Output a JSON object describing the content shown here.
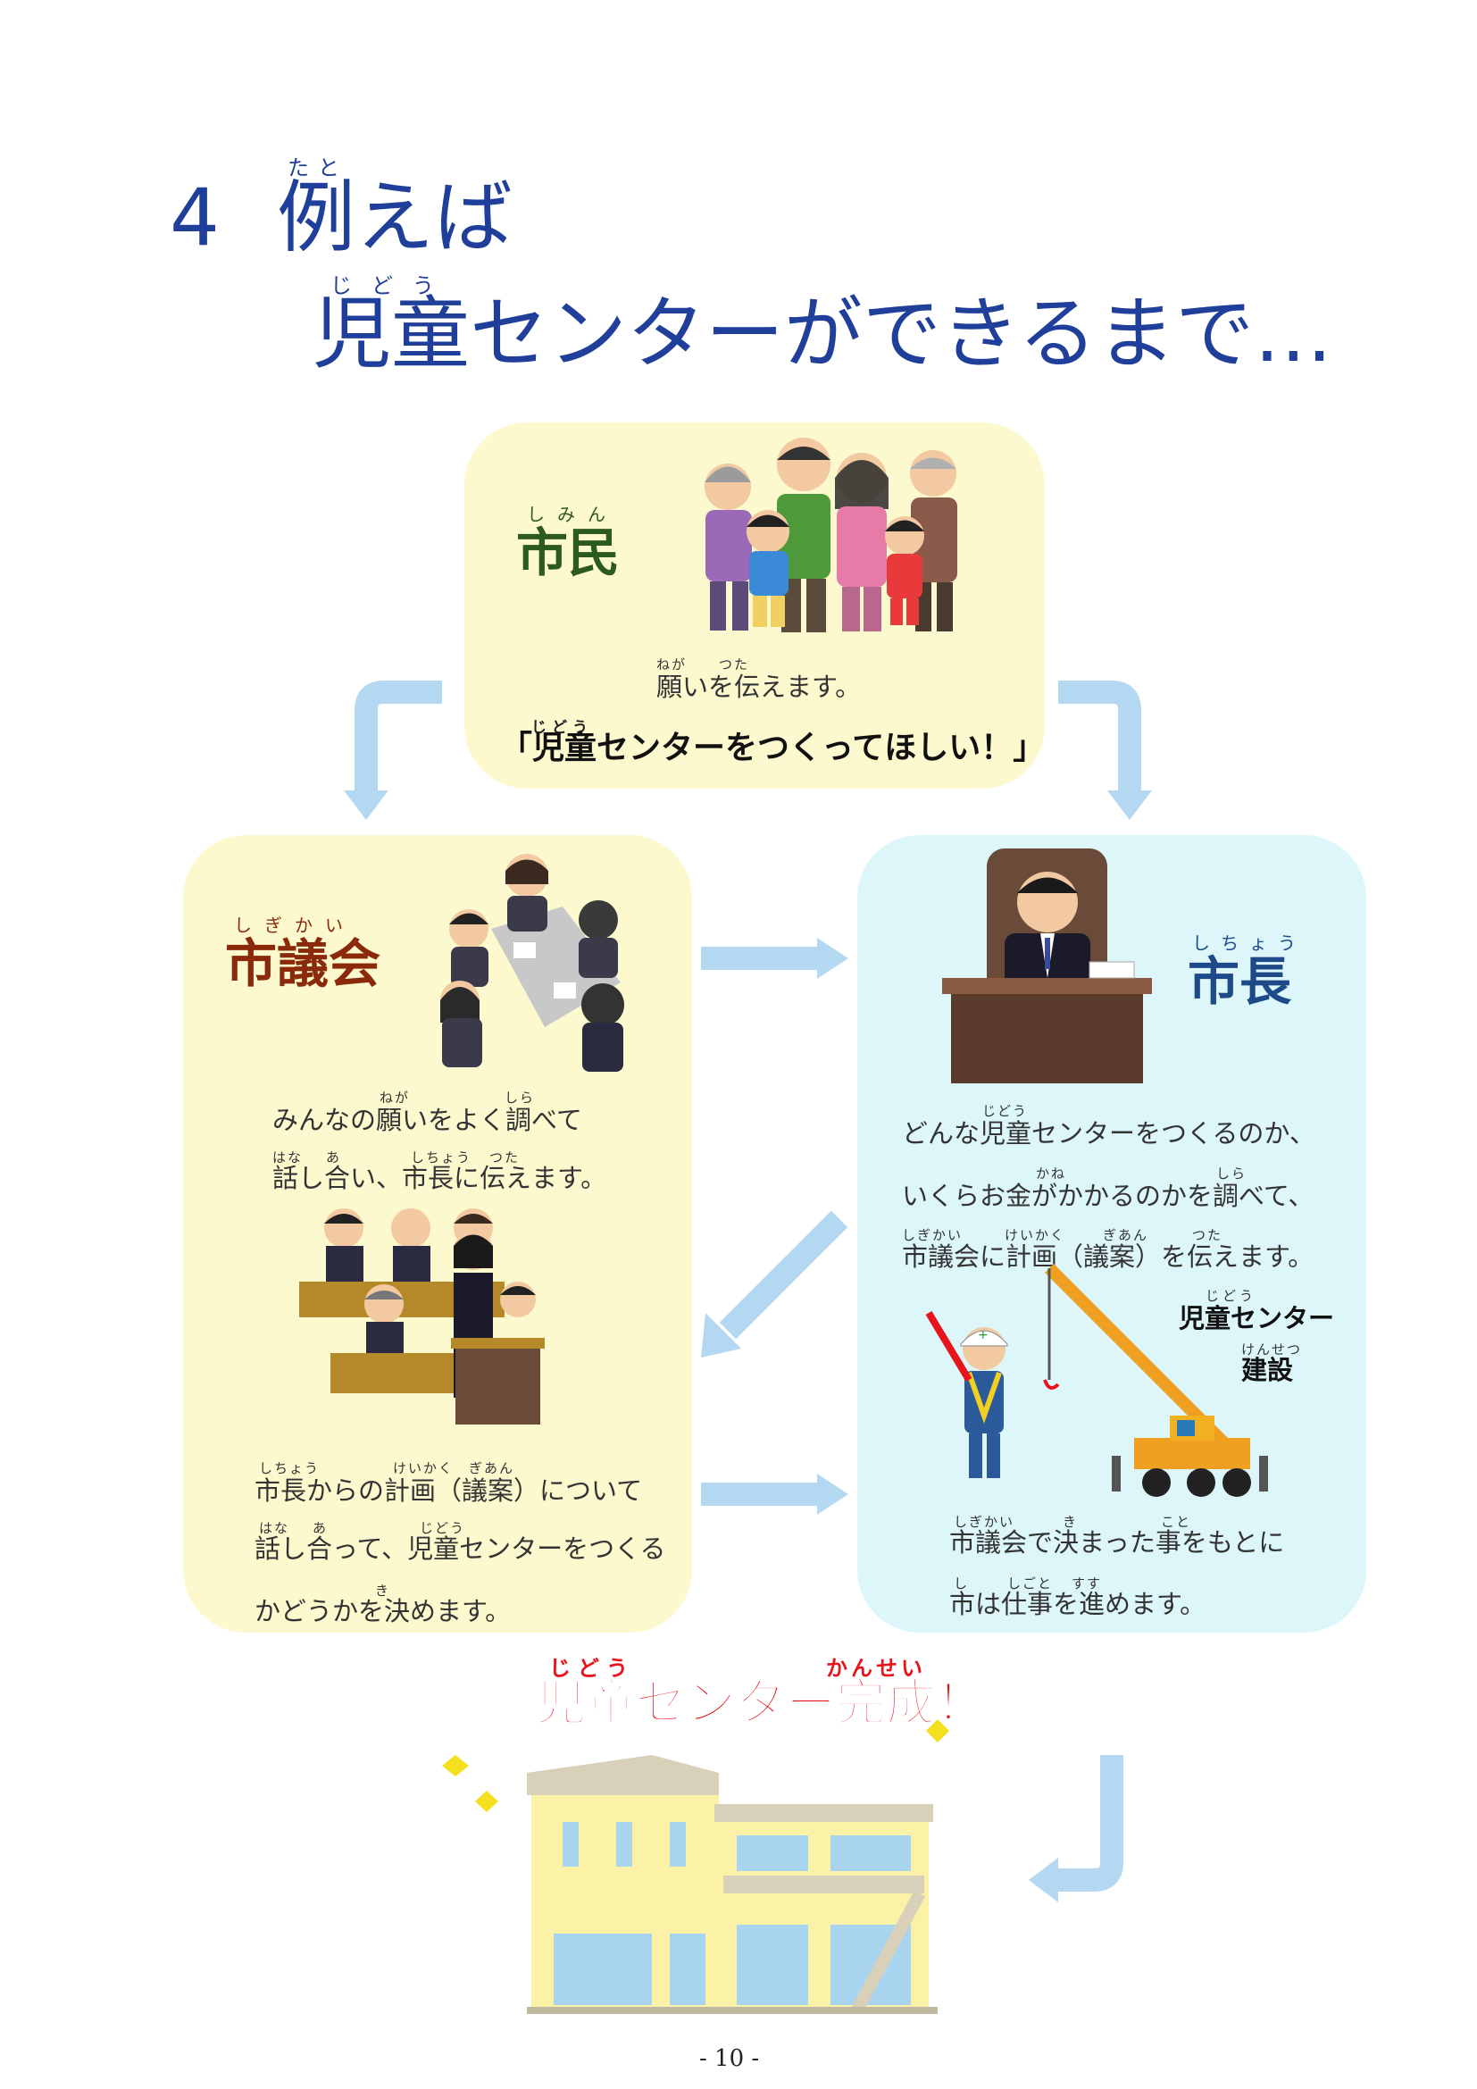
{
  "heading": {
    "number": "4",
    "line1": "例えば",
    "line1_ruby": "たと",
    "line2": "児童センターができるまで…",
    "line2_ruby": "じどう"
  },
  "citizens": {
    "label": "市民",
    "label_ruby": "しみん",
    "text": "願いを伝えます。",
    "text_ruby": [
      "ねが",
      "つた"
    ],
    "quote": "「児童センターをつくってほしい！」",
    "quote_ruby": "じどう"
  },
  "council": {
    "label": "市議会",
    "label_ruby": "しぎかい",
    "text1": [
      "みんなの願いをよく調べて",
      "話し合い、市長に伝えます。"
    ],
    "text1_ruby": [
      [
        "ねが",
        "しら"
      ],
      [
        "はな",
        "あ",
        "しちょう",
        "つた"
      ]
    ],
    "text2": [
      "市長からの計画（議案）について",
      "話し合って、児童センターをつくる",
      "かどうかを決めます。"
    ],
    "text2_ruby": [
      [
        "しちょう",
        "けいかく",
        "ぎあん"
      ],
      [
        "はな",
        "あ",
        "じどう"
      ],
      [
        "き"
      ]
    ]
  },
  "mayor": {
    "label": "市長",
    "label_ruby": "しちょう",
    "text1": [
      "どんな児童センターをつくるのか、",
      "いくらお金がかかるのかを調べて、",
      "市議会に計画（議案）を伝えます。"
    ],
    "text1_ruby": [
      [
        "じどう"
      ],
      [
        "かね",
        "しら"
      ],
      [
        "しぎかい",
        "けいかく",
        "ぎあん",
        "つた"
      ]
    ],
    "construction_label": [
      "児童センター",
      "建設"
    ],
    "construction_ruby": [
      "じどう",
      "けんせつ"
    ],
    "text2": [
      "市議会で決まった事をもとに",
      "市は仕事を進めます。"
    ],
    "text2_ruby": [
      [
        "しぎかい",
        "き",
        "こと"
      ],
      [
        "し",
        "しごと",
        "すす"
      ]
    ]
  },
  "completion": {
    "text": "児童センター完成！",
    "ruby": [
      "じどう",
      "かんせい"
    ]
  },
  "page_number": "- 10 -",
  "colors": {
    "title": "#1f3f9a",
    "citizens_label": "#2d5a1e",
    "council_label": "#8a2a0a",
    "mayor_label": "#1f4a8a",
    "completion": "#e8131b",
    "arrow": "#b4d8f2",
    "panel_yellow": "#fdf9cf",
    "panel_cyan": "#dcf6fa"
  }
}
